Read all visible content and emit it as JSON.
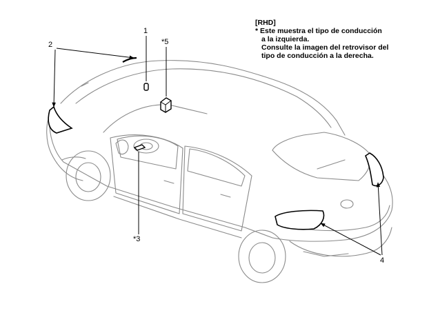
{
  "note": {
    "heading": "[RHD]",
    "line1": "* Este muestra el tipo de conducción",
    "line2": "a la izquierda.",
    "line3": "Consulte la imagen del retrovisor del",
    "line4": "tipo de conducción a la derecha."
  },
  "callouts": {
    "c1": "1",
    "c2": "2",
    "c3": "*3",
    "c4": "4",
    "c5": "*5"
  }
}
